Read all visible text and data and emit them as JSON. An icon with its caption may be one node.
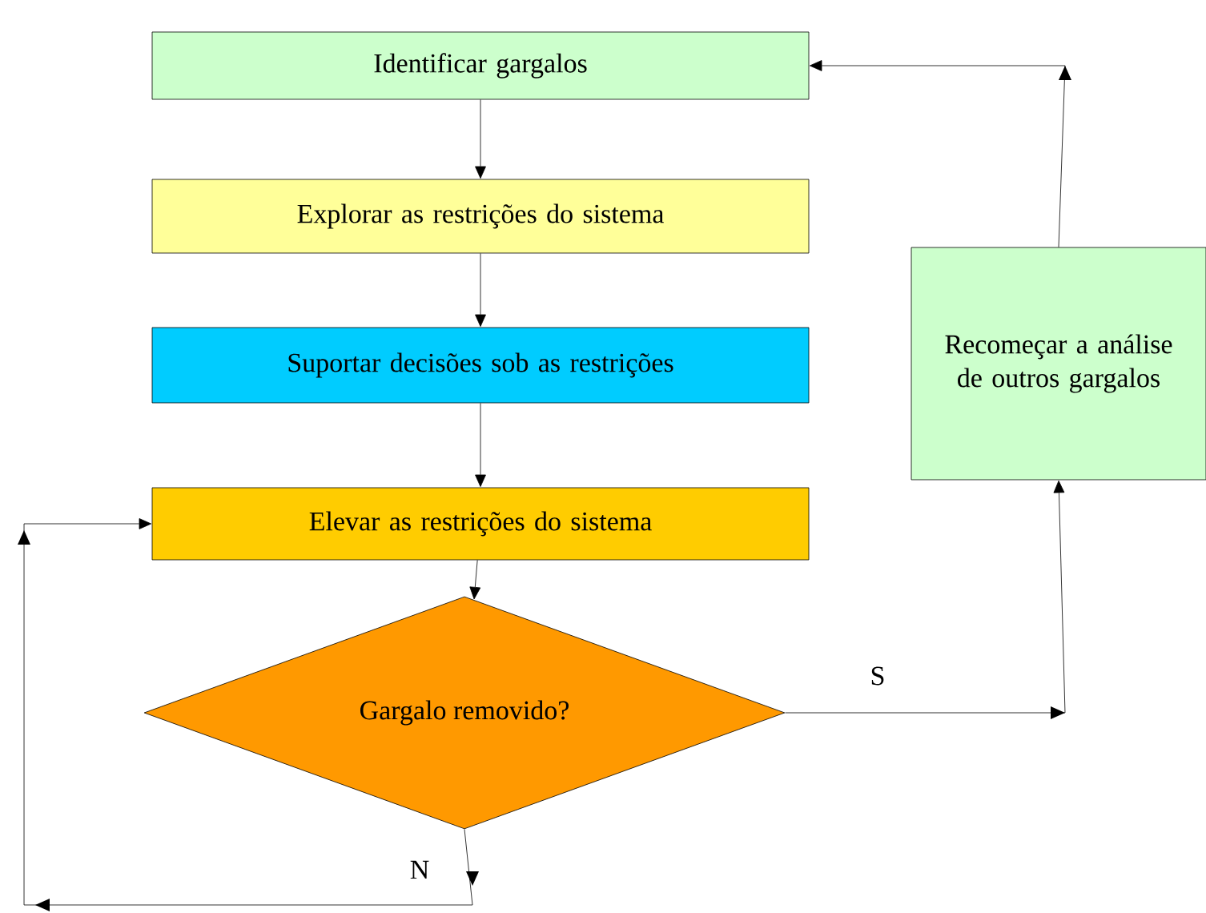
{
  "diagram": {
    "nodes": [
      {
        "text": [
          "Identificar gargalos"
        ]
      },
      {
        "text": [
          "Explorar as restrições do sistema"
        ]
      },
      {
        "text": [
          "Suportar decisões sob as restrições"
        ]
      },
      {
        "text": [
          "Elevar as restrições do sistema"
        ]
      },
      {
        "text": [
          "Gargalo removido?"
        ]
      },
      {
        "text": [
          "Recomeçar a análise de outros gargalos"
        ]
      }
    ],
    "edges": [
      {
        "from": 0,
        "to": 1,
        "arrow": "to"
      },
      {
        "from": 1,
        "to": 2,
        "arrow": "to"
      },
      {
        "from": 2,
        "to": 3,
        "arrow": "to"
      },
      {
        "from": 3,
        "to": 4,
        "arrow": "to"
      },
      {
        "from": 4,
        "to": 5,
        "arrow": "to",
        "label": "S"
      },
      {
        "from": 5,
        "to": 0,
        "arrow": "to"
      },
      {
        "from": 4,
        "to": 3,
        "arrow": "to",
        "label": "N"
      }
    ]
  }
}
